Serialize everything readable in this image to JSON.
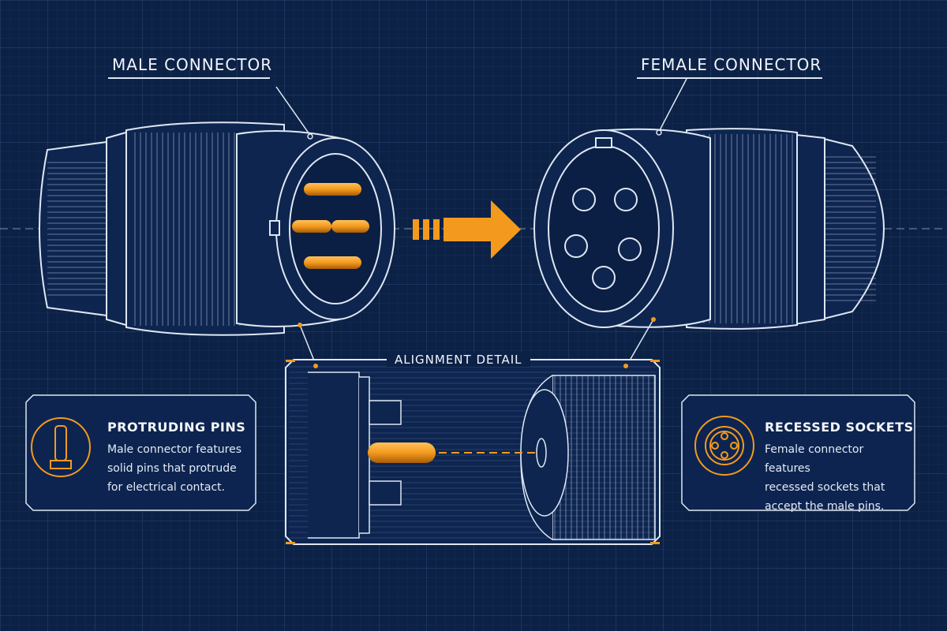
{
  "labels": {
    "male": "MALE CONNECTOR",
    "female": "FEMALE CONNECTOR",
    "alignment": "ALIGNMENT DETAIL"
  },
  "cards": [
    {
      "title": "PROTRUDING PINS",
      "lines": [
        "Male connector features",
        "solid pins that protrude",
        "for electrical contact."
      ],
      "icon": "pin-icon"
    },
    {
      "title": "RECESSED SOCKETS",
      "lines": [
        "Female connector features",
        "recessed sockets that",
        "accept the male pins."
      ],
      "icon": "socket-icon"
    }
  ],
  "colors": {
    "background": "#0c2146",
    "accent": "#f39a1e",
    "line": "#dfe7f3"
  }
}
